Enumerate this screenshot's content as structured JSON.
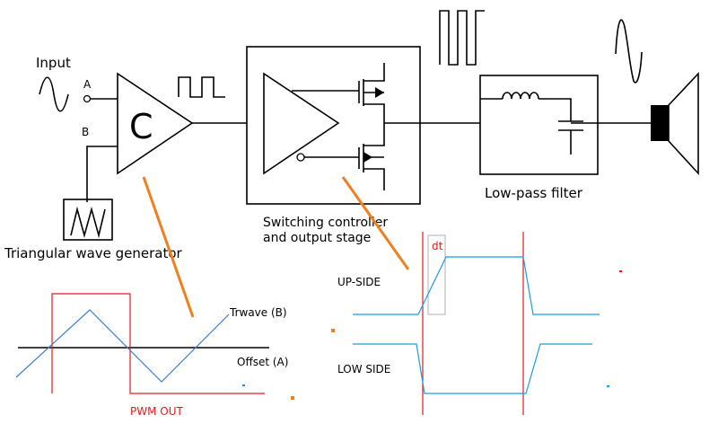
{
  "labels": {
    "input": "Input",
    "terminal_a": "A",
    "terminal_b": "B",
    "comparator": "C",
    "triangular_wave_generator": "Triangular wave generator",
    "switching_line_1": "Switching controller",
    "switching_line_2": "and output stage",
    "low_pass_filter": "Low-pass filter"
  },
  "pwm_plot": {
    "trwave": "Trwave (B)",
    "offset": "Offset (A)",
    "pwm_out": "PWM OUT"
  },
  "deadtime_plot": {
    "dt": "dt",
    "up_side": "UP-SIDE",
    "low_side": "LOW SIDE"
  },
  "colors": {
    "line": "#000000",
    "pwm_red": "#e8191b",
    "trace_blue": "#3a7fd0",
    "signal_blue": "#1a9ee0",
    "callout_orange": "#f07f1e",
    "dt_box": "#b0b0b0"
  }
}
